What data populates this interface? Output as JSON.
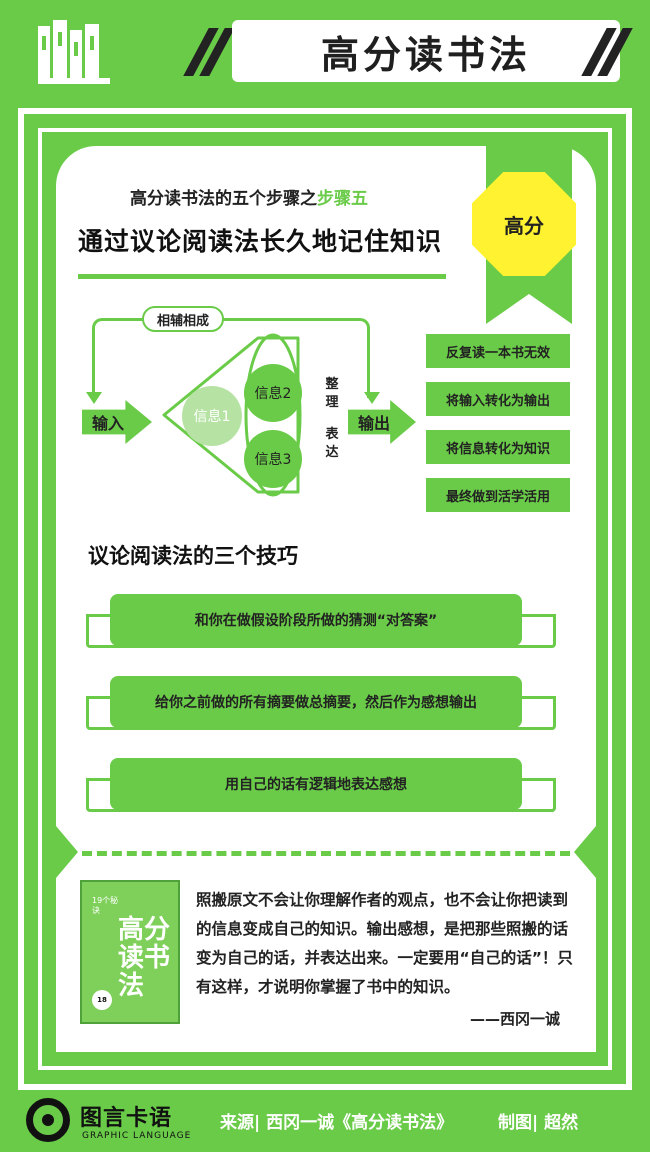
{
  "header": {
    "title": "高分读书法"
  },
  "card": {
    "subtitle_prefix": "高分读书法的五个步骤之",
    "subtitle_highlight": "步骤五",
    "main_title": "通过议论阅读法长久地记住知识",
    "badge": "高分"
  },
  "diagram": {
    "loop_label": "相辅相成",
    "input": "输入",
    "output": "输出",
    "info1": "信息1",
    "info2": "信息2",
    "info3": "信息3",
    "v1": "整理",
    "v2": "表达",
    "results": [
      "反复读一本书无效",
      "将输入转化为输出",
      "将信息转化为知识",
      "最终做到活学活用"
    ]
  },
  "tips": {
    "title": "议论阅读法的三个技巧",
    "items": [
      "和你在做假设阶段所做的猜测“对答案”",
      "给你之前做的所有摘要做总摘要，然后作为感想输出",
      "用自己的话有逻辑地表达感想"
    ]
  },
  "book": {
    "small_text": "19个秘诀",
    "cover_title": "高分读书法",
    "badge": "18"
  },
  "quote": {
    "text": "照搬原文不会让你理解作者的观点，也不会让你把读到的信息变成自己的知识。输出感想，是把那些照搬的话变为自己的话，并表达出来。一定要用“自己的话”！只有这样，才说明你掌握了书中的知识。",
    "author": "——西冈一诚"
  },
  "footer": {
    "brand_cn": "图言卡语",
    "brand_en": "GRAPHIC LANGUAGE",
    "source": "来源| 西冈一诚《高分读书法》",
    "credit": "制图| 超然"
  },
  "colors": {
    "green": "#6acb48",
    "light_green": "#b6e3a3",
    "yellow": "#fff230"
  }
}
